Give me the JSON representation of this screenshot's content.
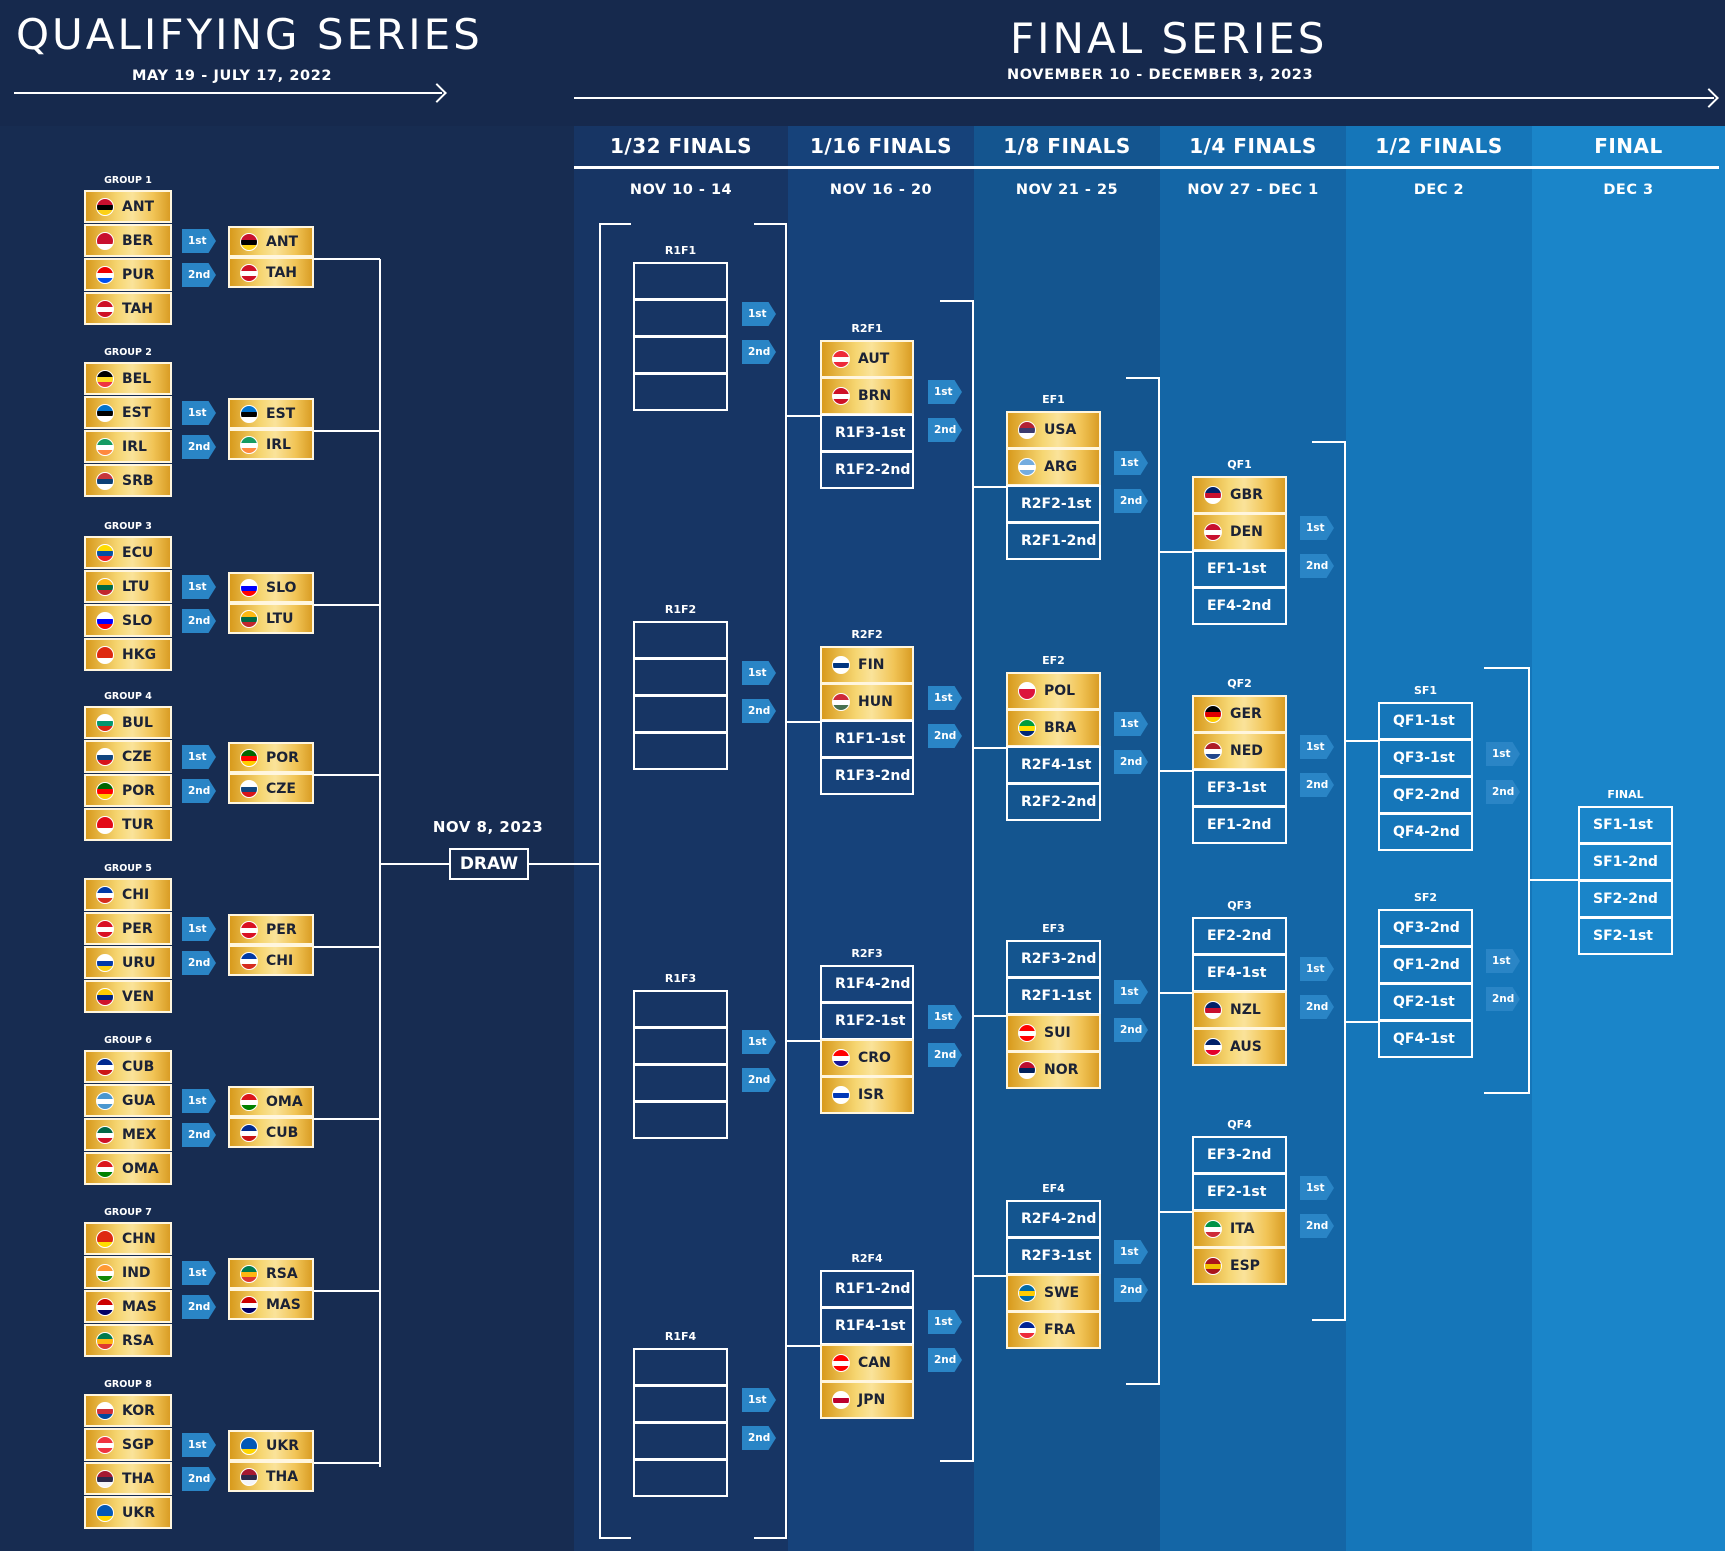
{
  "qualifying": {
    "title": "QUALIFYING SERIES",
    "dates": "MAY 19 - JULY 17, 2022"
  },
  "final_series": {
    "title": "FINAL SERIES",
    "dates": "NOVEMBER 10 - DECEMBER 3, 2023"
  },
  "rounds": [
    {
      "name": "1/32 FINALS",
      "dates": "NOV 10 - 14",
      "color": "#173564"
    },
    {
      "name": "1/16 FINALS",
      "dates": "NOV 16 - 20",
      "color": "#16427a"
    },
    {
      "name": "1/8 FINALS",
      "dates": "NOV 21 - 25",
      "color": "#14558f"
    },
    {
      "name": "1/4 FINALS",
      "dates": "NOV 27 - DEC 1",
      "color": "#1466a6"
    },
    {
      "name": "1/2 FINALS",
      "dates": "DEC 2",
      "color": "#1576b9"
    },
    {
      "name": "FINAL",
      "dates": "DEC 3",
      "color": "#1a85c9"
    }
  ],
  "draw": {
    "date": "NOV 8, 2023",
    "label": "DRAW"
  },
  "seed_tags": {
    "first": "1st",
    "second": "2nd"
  },
  "groups": [
    {
      "label": "GROUP 1",
      "teams": [
        "ANT",
        "BER",
        "PUR",
        "TAH"
      ],
      "qualified": [
        "ANT",
        "TAH"
      ]
    },
    {
      "label": "GROUP 2",
      "teams": [
        "BEL",
        "EST",
        "IRL",
        "SRB"
      ],
      "qualified": [
        "EST",
        "IRL"
      ]
    },
    {
      "label": "GROUP 3",
      "teams": [
        "ECU",
        "LTU",
        "SLO",
        "HKG"
      ],
      "qualified": [
        "SLO",
        "LTU"
      ]
    },
    {
      "label": "GROUP 4",
      "teams": [
        "BUL",
        "CZE",
        "POR",
        "TUR"
      ],
      "qualified": [
        "POR",
        "CZE"
      ]
    },
    {
      "label": "GROUP 5",
      "teams": [
        "CHI",
        "PER",
        "URU",
        "VEN"
      ],
      "qualified": [
        "PER",
        "CHI"
      ]
    },
    {
      "label": "GROUP 6",
      "teams": [
        "CUB",
        "GUA",
        "MEX",
        "OMA"
      ],
      "qualified": [
        "OMA",
        "CUB"
      ]
    },
    {
      "label": "GROUP 7",
      "teams": [
        "CHN",
        "IND",
        "MAS",
        "RSA"
      ],
      "qualified": [
        "RSA",
        "MAS"
      ]
    },
    {
      "label": "GROUP 8",
      "teams": [
        "KOR",
        "SGP",
        "THA",
        "UKR"
      ],
      "qualified": [
        "UKR",
        "THA"
      ]
    }
  ],
  "r1": [
    {
      "label": "R1F1"
    },
    {
      "label": "R1F2"
    },
    {
      "label": "R1F3"
    },
    {
      "label": "R1F4"
    }
  ],
  "r2": [
    {
      "label": "R2F1",
      "slots": [
        {
          "t": "AUT",
          "g": true
        },
        {
          "t": "BRN",
          "g": true
        },
        {
          "t": "R1F3-1st"
        },
        {
          "t": "R1F2-2nd"
        }
      ]
    },
    {
      "label": "R2F2",
      "slots": [
        {
          "t": "FIN",
          "g": true
        },
        {
          "t": "HUN",
          "g": true
        },
        {
          "t": "R1F1-1st"
        },
        {
          "t": "R1F3-2nd"
        }
      ]
    },
    {
      "label": "R2F3",
      "slots": [
        {
          "t": "R1F4-2nd"
        },
        {
          "t": "R1F2-1st"
        },
        {
          "t": "CRO",
          "g": true
        },
        {
          "t": "ISR",
          "g": true
        }
      ]
    },
    {
      "label": "R2F4",
      "slots": [
        {
          "t": "R1F1-2nd"
        },
        {
          "t": "R1F4-1st"
        },
        {
          "t": "CAN",
          "g": true
        },
        {
          "t": "JPN",
          "g": true
        }
      ]
    }
  ],
  "ef": [
    {
      "label": "EF1",
      "slots": [
        {
          "t": "USA",
          "g": true
        },
        {
          "t": "ARG",
          "g": true
        },
        {
          "t": "R2F2-1st"
        },
        {
          "t": "R2F1-2nd"
        }
      ]
    },
    {
      "label": "EF2",
      "slots": [
        {
          "t": "POL",
          "g": true
        },
        {
          "t": "BRA",
          "g": true
        },
        {
          "t": "R2F4-1st"
        },
        {
          "t": "R2F2-2nd"
        }
      ]
    },
    {
      "label": "EF3",
      "slots": [
        {
          "t": "R2F3-2nd"
        },
        {
          "t": "R2F1-1st"
        },
        {
          "t": "SUI",
          "g": true
        },
        {
          "t": "NOR",
          "g": true
        }
      ]
    },
    {
      "label": "EF4",
      "slots": [
        {
          "t": "R2F4-2nd"
        },
        {
          "t": "R2F3-1st"
        },
        {
          "t": "SWE",
          "g": true
        },
        {
          "t": "FRA",
          "g": true
        }
      ]
    }
  ],
  "qf": [
    {
      "label": "QF1",
      "slots": [
        {
          "t": "GBR",
          "g": true
        },
        {
          "t": "DEN",
          "g": true
        },
        {
          "t": "EF1-1st"
        },
        {
          "t": "EF4-2nd"
        }
      ]
    },
    {
      "label": "QF2",
      "slots": [
        {
          "t": "GER",
          "g": true
        },
        {
          "t": "NED",
          "g": true
        },
        {
          "t": "EF3-1st"
        },
        {
          "t": "EF1-2nd"
        }
      ]
    },
    {
      "label": "QF3",
      "slots": [
        {
          "t": "EF2-2nd"
        },
        {
          "t": "EF4-1st"
        },
        {
          "t": "NZL",
          "g": true
        },
        {
          "t": "AUS",
          "g": true
        }
      ]
    },
    {
      "label": "QF4",
      "slots": [
        {
          "t": "EF3-2nd"
        },
        {
          "t": "EF2-1st"
        },
        {
          "t": "ITA",
          "g": true
        },
        {
          "t": "ESP",
          "g": true
        }
      ]
    }
  ],
  "sf": [
    {
      "label": "SF1",
      "slots": [
        {
          "t": "QF1-1st"
        },
        {
          "t": "QF3-1st"
        },
        {
          "t": "QF2-2nd"
        },
        {
          "t": "QF4-2nd"
        }
      ]
    },
    {
      "label": "SF2",
      "slots": [
        {
          "t": "QF3-2nd"
        },
        {
          "t": "QF1-2nd"
        },
        {
          "t": "QF2-1st"
        },
        {
          "t": "QF4-1st"
        }
      ]
    }
  ],
  "final": {
    "label": "FINAL",
    "slots": [
      {
        "t": "SF1-1st"
      },
      {
        "t": "SF1-2nd"
      },
      {
        "t": "SF2-2nd"
      },
      {
        "t": "SF2-1st"
      }
    ]
  },
  "flag_colors": {
    "ANT": [
      "#c8102e",
      "#000000",
      "#fcd116"
    ],
    "BER": [
      "#c8102e",
      "#c8102e",
      "#ffffff"
    ],
    "PUR": [
      "#ed0000",
      "#ffffff",
      "#0050f0"
    ],
    "TAH": [
      "#ce1126",
      "#ffffff",
      "#ce1126"
    ],
    "BEL": [
      "#000000",
      "#fdda24",
      "#ef3340"
    ],
    "EST": [
      "#0072ce",
      "#000000",
      "#ffffff"
    ],
    "IRL": [
      "#169b62",
      "#ffffff",
      "#ff883e"
    ],
    "SRB": [
      "#c6363c",
      "#0c4076",
      "#ffffff"
    ],
    "ECU": [
      "#ffdd00",
      "#034ea2",
      "#ed1c24"
    ],
    "LTU": [
      "#fdb913",
      "#006a44",
      "#c1272d"
    ],
    "SLO": [
      "#ffffff",
      "#0000ff",
      "#ff0000"
    ],
    "HKG": [
      "#de2910",
      "#de2910",
      "#ffffff"
    ],
    "BUL": [
      "#ffffff",
      "#00966e",
      "#d62612"
    ],
    "CZE": [
      "#ffffff",
      "#11457e",
      "#d7141a"
    ],
    "POR": [
      "#006600",
      "#ff0000",
      "#ffcc00"
    ],
    "TUR": [
      "#e30a17",
      "#e30a17",
      "#ffffff"
    ],
    "CHI": [
      "#0039a6",
      "#ffffff",
      "#d52b1e"
    ],
    "PER": [
      "#d91023",
      "#ffffff",
      "#d91023"
    ],
    "URU": [
      "#ffffff",
      "#0038a8",
      "#fcd116"
    ],
    "VEN": [
      "#ffcc00",
      "#00247d",
      "#cf142b"
    ],
    "CUB": [
      "#002a8f",
      "#ffffff",
      "#cb1515"
    ],
    "GUA": [
      "#4997d0",
      "#ffffff",
      "#4997d0"
    ],
    "MEX": [
      "#006847",
      "#ffffff",
      "#ce1126"
    ],
    "OMA": [
      "#db161b",
      "#ffffff",
      "#008000"
    ],
    "CHN": [
      "#de2910",
      "#de2910",
      "#ffde00"
    ],
    "IND": [
      "#ff9933",
      "#ffffff",
      "#138808"
    ],
    "MAS": [
      "#cc0001",
      "#ffffff",
      "#010066"
    ],
    "RSA": [
      "#007a4d",
      "#ffb612",
      "#de3831"
    ],
    "KOR": [
      "#ffffff",
      "#cd2e3a",
      "#0047a0"
    ],
    "SGP": [
      "#ef3340",
      "#ffffff",
      "#ef3340"
    ],
    "THA": [
      "#a51931",
      "#2d2a4a",
      "#f4f5f8"
    ],
    "UKR": [
      "#0057b7",
      "#0057b7",
      "#ffd700"
    ],
    "AUT": [
      "#ed2939",
      "#ffffff",
      "#ed2939"
    ],
    "BRN": [
      "#ce1126",
      "#ffffff",
      "#ce1126"
    ],
    "FIN": [
      "#ffffff",
      "#003580",
      "#ffffff"
    ],
    "HUN": [
      "#ce2939",
      "#ffffff",
      "#477050"
    ],
    "CRO": [
      "#ff0000",
      "#ffffff",
      "#171796"
    ],
    "ISR": [
      "#ffffff",
      "#0038b8",
      "#ffffff"
    ],
    "CAN": [
      "#ff0000",
      "#ffffff",
      "#ff0000"
    ],
    "JPN": [
      "#ffffff",
      "#bc002d",
      "#ffffff"
    ],
    "USA": [
      "#b22234",
      "#3c3b6e",
      "#ffffff"
    ],
    "ARG": [
      "#74acdf",
      "#ffffff",
      "#74acdf"
    ],
    "POL": [
      "#ffffff",
      "#dc143c",
      "#dc143c"
    ],
    "BRA": [
      "#009c3b",
      "#ffdf00",
      "#002776"
    ],
    "SUI": [
      "#ff0000",
      "#ffffff",
      "#ff0000"
    ],
    "NOR": [
      "#ba0c2f",
      "#00205b",
      "#ffffff"
    ],
    "SWE": [
      "#006aa7",
      "#fecc00",
      "#006aa7"
    ],
    "FRA": [
      "#002395",
      "#ffffff",
      "#ed2939"
    ],
    "GBR": [
      "#012169",
      "#c8102e",
      "#ffffff"
    ],
    "DEN": [
      "#c8102e",
      "#ffffff",
      "#c8102e"
    ],
    "GER": [
      "#000000",
      "#dd0000",
      "#ffce00"
    ],
    "NED": [
      "#ae1c28",
      "#ffffff",
      "#21468b"
    ],
    "NZL": [
      "#012169",
      "#c8102e",
      "#ffffff"
    ],
    "AUS": [
      "#012169",
      "#ffffff",
      "#e4002b"
    ],
    "ITA": [
      "#009246",
      "#ffffff",
      "#ce2b37"
    ],
    "ESP": [
      "#aa151b",
      "#f1bf00",
      "#aa151b"
    ]
  }
}
